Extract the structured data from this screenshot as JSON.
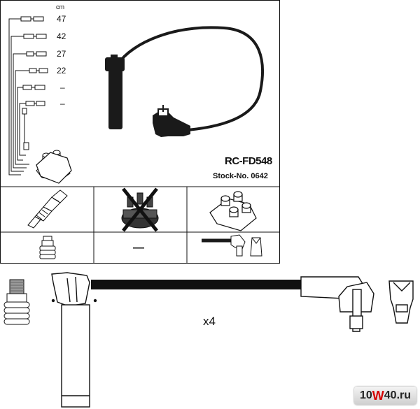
{
  "header": {
    "unit": "cm",
    "lengths": [
      "47",
      "42",
      "27",
      "22",
      "–",
      "–"
    ]
  },
  "product": {
    "code": "RC-FD548",
    "stock": "Stock-No. 0642"
  },
  "components_table": {
    "plug_boot_label": "—"
  },
  "detail": {
    "quantity": "x4"
  },
  "watermark": {
    "part1": "10",
    "part2": "W",
    "part3": "40",
    "part4": ".ru"
  },
  "colors": {
    "ink": "#111111",
    "cable": "#1a1a1a",
    "watermark_red": "#d50000"
  }
}
